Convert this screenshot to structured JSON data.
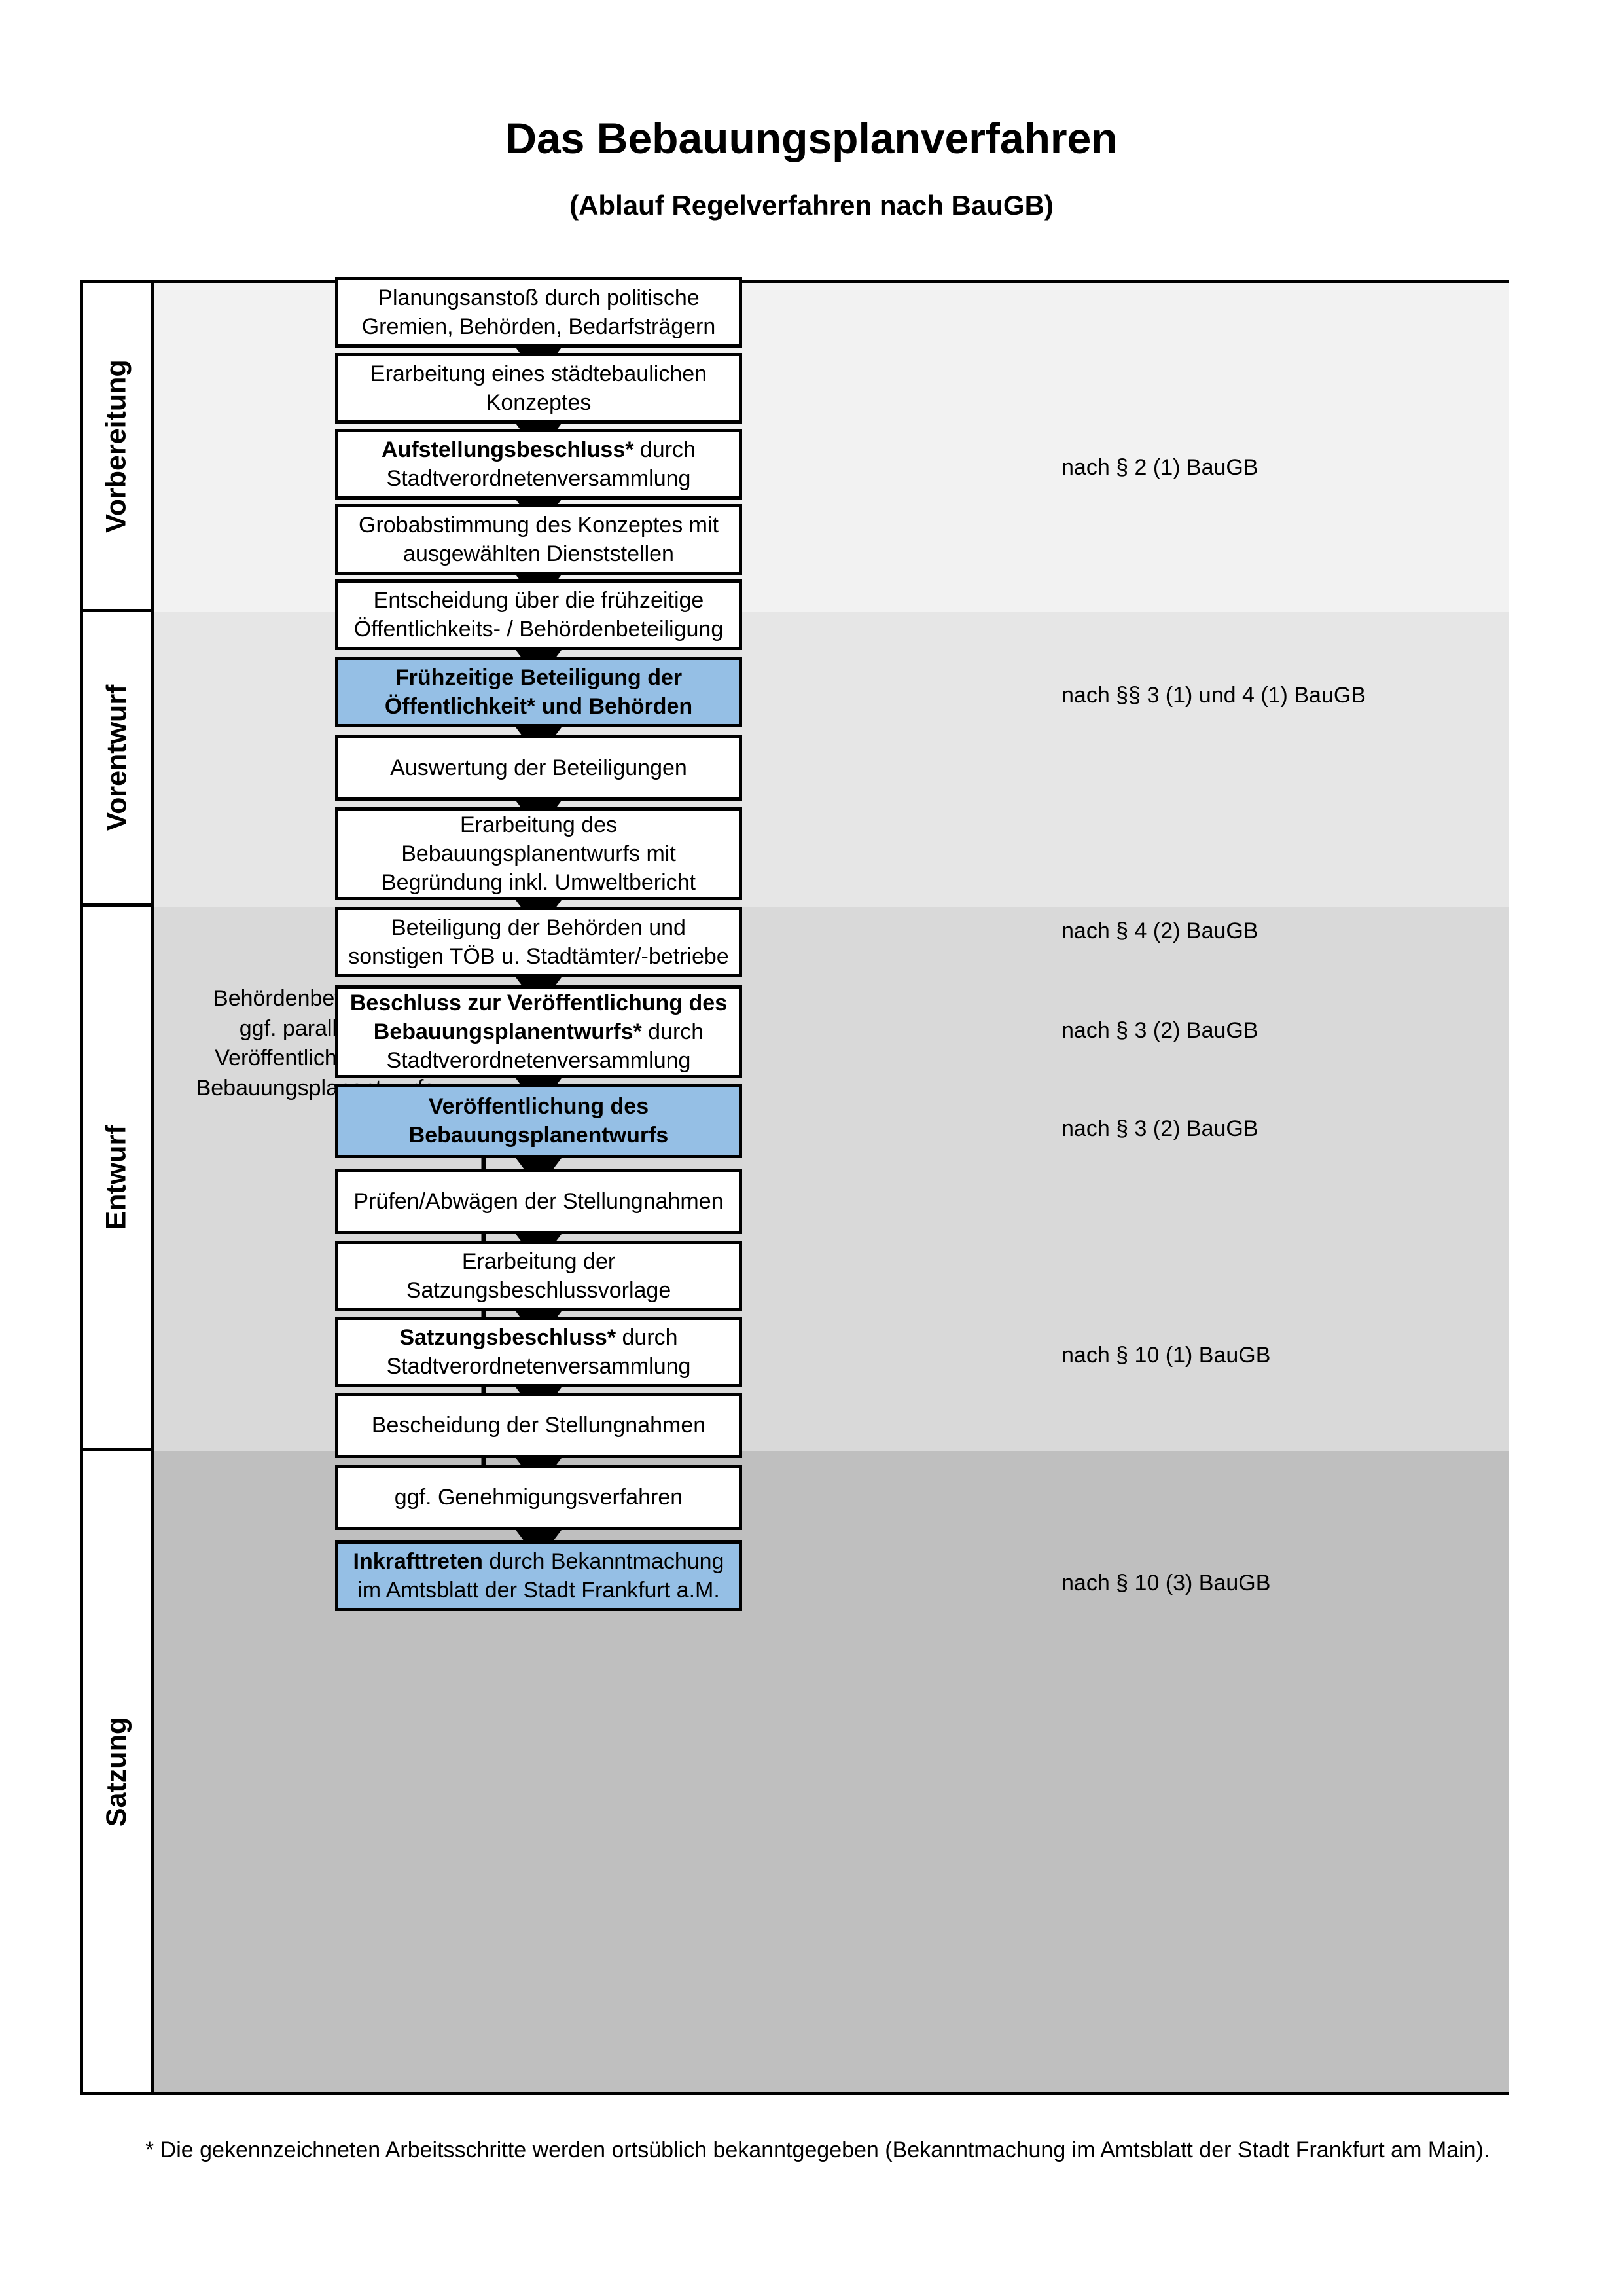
{
  "titles": {
    "main": "Das Bebauungsplanverfahren",
    "sub": "(Ablauf Regelverfahren nach BauGB)"
  },
  "phases": [
    {
      "id": "vorbereitung",
      "label": "Vorbereitung",
      "band_color": "#f2f2f2"
    },
    {
      "id": "vorentwurf",
      "label": "Vorentwurf",
      "band_color": "#e6e6e6"
    },
    {
      "id": "entwurf",
      "label": "Entwurf",
      "band_color": "#d9d9d9"
    },
    {
      "id": "satzung",
      "label": "Satzung",
      "band_color": "#bfbfbf"
    }
  ],
  "steps": [
    {
      "id": "planungsanstoss",
      "phase": "vorbereitung",
      "highlight": false,
      "lines": [
        {
          "text": "Planungsanstoß durch politische",
          "bold": false
        },
        {
          "text": "Gremien, Behörden, Bedarfsträgern",
          "bold": false
        }
      ]
    },
    {
      "id": "staedtebauliches-konzept",
      "phase": "vorbereitung",
      "highlight": false,
      "lines": [
        {
          "text": "Erarbeitung eines städtebaulichen",
          "bold": false
        },
        {
          "text": "Konzeptes",
          "bold": false
        }
      ]
    },
    {
      "id": "aufstellungsbeschluss",
      "phase": "vorbereitung",
      "highlight": false,
      "lines": [
        {
          "text": "Aufstellungsbeschluss*",
          "bold": true,
          "suffix": " durch"
        },
        {
          "text": "Stadtverordnetenversammlung",
          "bold": false
        }
      ]
    },
    {
      "id": "grobabstimmung",
      "phase": "vorentwurf",
      "highlight": false,
      "lines": [
        {
          "text": "Grobabstimmung des Konzeptes mit",
          "bold": false
        },
        {
          "text": "ausgewählten Dienststellen",
          "bold": false
        }
      ]
    },
    {
      "id": "entscheidung-fruehzeitig",
      "phase": "vorentwurf",
      "highlight": false,
      "lines": [
        {
          "text": "Entscheidung über die frühzeitige",
          "bold": false
        },
        {
          "text": "Öffentlichkeits- / Behördenbeteiligung",
          "bold": false
        }
      ]
    },
    {
      "id": "fruehzeitige-beteiligung",
      "phase": "vorentwurf",
      "highlight": true,
      "lines": [
        {
          "text": "Frühzeitige Beteiligung der",
          "bold": true
        },
        {
          "text": "Öffentlichkeit* und Behörden",
          "bold": true
        }
      ]
    },
    {
      "id": "auswertung-beteiligungen",
      "phase": "entwurf",
      "highlight": false,
      "lines": [
        {
          "text": "Auswertung der Beteiligungen",
          "bold": false
        }
      ]
    },
    {
      "id": "erarbeitung-bplan-entwurf",
      "phase": "entwurf",
      "highlight": false,
      "lines": [
        {
          "text": "Erarbeitung des",
          "bold": false
        },
        {
          "text": "Bebauungsplanentwurfs mit",
          "bold": false
        },
        {
          "text": "Begründung inkl. Umweltbericht",
          "bold": false
        }
      ]
    },
    {
      "id": "beteiligung-behoerden-toeb",
      "phase": "entwurf",
      "highlight": false,
      "lines": [
        {
          "text": "Beteiligung der Behörden und",
          "bold": false
        },
        {
          "text": "sonstigen TÖB u. Stadtämter/-betriebe",
          "bold": false
        }
      ]
    },
    {
      "id": "beschluss-veroeffentlichung",
      "phase": "entwurf",
      "highlight": false,
      "lines": [
        {
          "text": "Beschluss zur Veröffentlichung des",
          "bold": true
        },
        {
          "text": "Bebauungsplanentwurfs*",
          "bold": true,
          "suffix": " durch"
        },
        {
          "text": "Stadtverordnetenversammlung",
          "bold": false
        }
      ]
    },
    {
      "id": "veroeffentlichung-bplan",
      "phase": "entwurf",
      "highlight": true,
      "lines": [
        {
          "text": "Veröffentlichung des",
          "bold": true
        },
        {
          "text": "Bebauungsplanentwurfs",
          "bold": true
        }
      ]
    },
    {
      "id": "pruefen-abwaegen",
      "phase": "satzung",
      "highlight": false,
      "lines": [
        {
          "text": "Prüfen/Abwägen der Stellungnahmen",
          "bold": false
        }
      ]
    },
    {
      "id": "erarbeitung-satzungsvorlage",
      "phase": "satzung",
      "highlight": false,
      "lines": [
        {
          "text": "Erarbeitung der",
          "bold": false
        },
        {
          "text": "Satzungsbeschlussvorlage",
          "bold": false
        }
      ]
    },
    {
      "id": "satzungsbeschluss",
      "phase": "satzung",
      "highlight": false,
      "lines": [
        {
          "text": "Satzungsbeschluss*",
          "bold": true,
          "suffix": " durch"
        },
        {
          "text": "Stadtverordnetenversammlung",
          "bold": false
        }
      ]
    },
    {
      "id": "bescheidung-stellungnahmen",
      "phase": "satzung",
      "highlight": false,
      "lines": [
        {
          "text": "Bescheidung der Stellungnahmen",
          "bold": false
        }
      ]
    },
    {
      "id": "ggf-genehmigungsverfahren",
      "phase": "satzung",
      "highlight": false,
      "lines": [
        {
          "text": "ggf. Genehmigungsverfahren",
          "bold": false
        }
      ]
    },
    {
      "id": "inkrafttreten",
      "phase": "satzung",
      "highlight": true,
      "lines": [
        {
          "text": "Inkrafttreten",
          "bold": true,
          "suffix": " durch Bekanntmachung"
        },
        {
          "text": "im Amtsblatt der Stadt Frankfurt a.M.",
          "bold": false
        }
      ]
    }
  ],
  "legal_refs": [
    {
      "id": "ref-par2-1",
      "text": "nach § 2 (1) BauGB",
      "for_step": "aufstellungsbeschluss"
    },
    {
      "id": "ref-par3-4-1",
      "text": "nach §§ 3 (1) und 4 (1) BauGB",
      "for_step": "fruehzeitige-beteiligung"
    },
    {
      "id": "ref-par4-2",
      "text": "nach § 4 (2) BauGB",
      "for_step": "beteiligung-behoerden-toeb"
    },
    {
      "id": "ref-par3-2a",
      "text": "nach § 3 (2) BauGB",
      "for_step": "beschluss-veroeffentlichung"
    },
    {
      "id": "ref-par3-2b",
      "text": "nach § 3 (2) BauGB",
      "for_step": "veroeffentlichung-bplan"
    },
    {
      "id": "ref-par10-1",
      "text": "nach § 10 (1) BauGB",
      "for_step": "satzungsbeschluss"
    },
    {
      "id": "ref-par10-3",
      "text": "nach § 10 (3) BauGB",
      "for_step": "inkrafttreten"
    }
  ],
  "side_note": {
    "lines": [
      "Behördenbeteiligung",
      "ggf. parallel zur",
      "Veröffentlichung des",
      "Bebauungsplanentwurfs"
    ]
  },
  "footnote": {
    "text": "* Die gekennzeichneten Arbeitsschritte werden ortsüblich bekanntgegeben (Bekanntmachung im Amtsblatt  der Stadt Frankfurt am Main)."
  },
  "colors": {
    "highlight_fill": "#95bfe5",
    "border": "#000000",
    "band_1": "#f2f2f2",
    "band_2": "#e6e6e6",
    "band_3": "#d9d9d9",
    "band_4": "#bfbfbf"
  }
}
